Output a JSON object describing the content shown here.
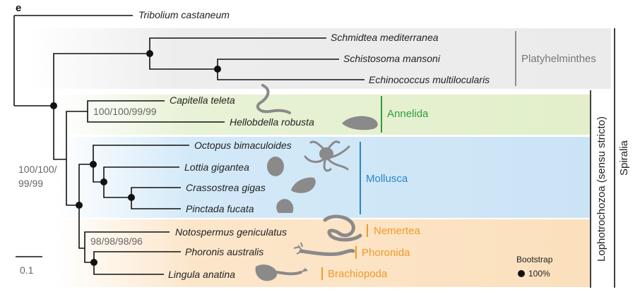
{
  "panel_label": "e",
  "taxa": {
    "tribolium": "Tribolium castaneum",
    "schmidtea": "Schmidtea mediterranea",
    "schistosoma": "Schistosoma mansoni",
    "echinococcus": "Echinococcus multilocularis",
    "capitella": "Capitella teleta",
    "hellobdella": "Hellobdella robusta",
    "octopus": "Octopus bimaculoides",
    "lottia": "Lottia gigantea",
    "crassostrea": "Crassostrea gigas",
    "pinctada": "Pinctada fucata",
    "notospermus": "Notospermus geniculatus",
    "phoronis": "Phoronis australis",
    "lingula": "Lingula anatina"
  },
  "groups": {
    "platyhelminthes": "Platyhelminthes",
    "annelida": "Annelida",
    "mollusca": "Mollusca",
    "nemertea": "Nemertea",
    "phoronida": "Phoronida",
    "brachiopoda": "Brachiopoda",
    "lophotrochozoa": "Lophotrochozoa (sensu stricto)",
    "spiralia": "Spiralia"
  },
  "support": {
    "annelida_node": "100/100/99/99",
    "lophotrochozoa_node_line1": "100/100/",
    "lophotrochozoa_node_line2": "99/99",
    "lophophorate_node": "98/98/98/96"
  },
  "scale_label": "0.1",
  "legend": {
    "title": "Bootstrap",
    "value": "100%"
  },
  "colors": {
    "platyhelminthes_band": "#ebebeb",
    "annelida_band": "#e6f0d2",
    "mollusca_band": "#cfe6f6",
    "lophophorate_band": "#fbe3c5",
    "annelida_text": "#2e9e3a",
    "mollusca_text": "#2a86c4",
    "orange_text": "#ef9a2b",
    "grey_text": "#777777"
  }
}
